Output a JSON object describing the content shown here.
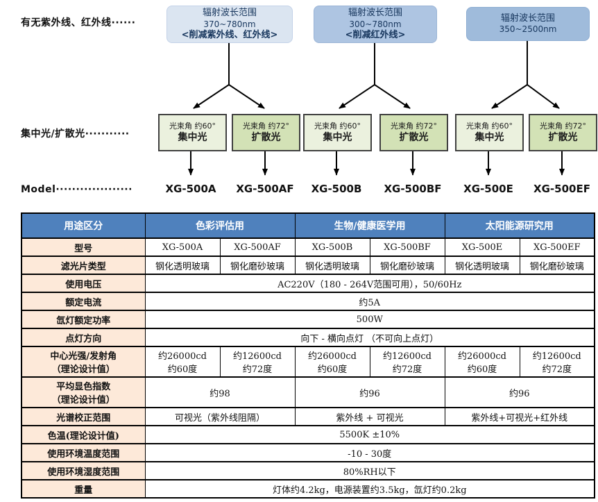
{
  "colors": {
    "header_blue": "#4F81BD",
    "label_peach": "#FDE9D9",
    "box_light_blue": "#DBE5F1",
    "box_mid_blue": "#AEC5E2",
    "box_deep_blue": "#9FBBDB",
    "green_light": "#EBF1DE",
    "green_dark": "#D3E2B6",
    "navy_text": "#17365D"
  },
  "diagram": {
    "row_labels": {
      "uv_ir": "有无紫外线、红外线······",
      "beam": "集中光/扩散光···········",
      "model": "Model···················"
    },
    "top_boxes": [
      {
        "line1": "辐射波长范围",
        "line2": "370~780nm",
        "line3": "<削减紫外线、红外线>"
      },
      {
        "line1": "辐射波长范围",
        "line2": "300~780nm",
        "line3": "<削减红外线>"
      },
      {
        "line1": "辐射波长范围",
        "line2": "350~2500nm",
        "line3": ""
      }
    ],
    "beam_boxes": [
      {
        "angle": "光束角 约60°",
        "type": "集中光"
      },
      {
        "angle": "光束角 约72°",
        "type": "扩散光"
      },
      {
        "angle": "光束角 约60°",
        "type": "集中光"
      },
      {
        "angle": "光束角 约72°",
        "type": "扩散光"
      },
      {
        "angle": "光束角 约60°",
        "type": "集中光"
      },
      {
        "angle": "光束角 约72°",
        "type": "扩散光"
      }
    ],
    "models": [
      "XG-500A",
      "XG-500AF",
      "XG-500B",
      "XG-500BF",
      "XG-500E",
      "XG-500EF"
    ]
  },
  "table": {
    "header": {
      "usage": "用途区分",
      "groups": [
        "色彩评估用",
        "生物/健康医学用",
        "太阳能源研究用"
      ]
    },
    "rows": [
      {
        "label": "型号",
        "cells": [
          "XG-500A",
          "XG-500AF",
          "XG-500B",
          "XG-500BF",
          "XG-500E",
          "XG-500EF"
        ]
      },
      {
        "label": "滤光片类型",
        "cells": [
          "钢化透明玻璃",
          "钢化磨砂玻璃",
          "钢化透明玻璃",
          "钢化磨砂玻璃",
          "钢化透明玻璃",
          "钢化磨砂玻璃"
        ]
      },
      {
        "label": "使用电压",
        "value": "AC220V（180 - 264V范围可用），50/60Hz"
      },
      {
        "label": "额定电流",
        "value": "约5A"
      },
      {
        "label": "氙灯额定功率",
        "value": "500W"
      },
      {
        "label": "点灯方向",
        "value": "向下 - 横向点灯 （不可向上点灯）"
      },
      {
        "label": "中心光强/发射角\n（理论设计值）",
        "cells": [
          "约26000cd\n约60度",
          "约12600cd\n约72度",
          "约26000cd\n约60度",
          "约12600cd\n约72度",
          "约26000cd\n约60度",
          "约12600cd\n约72度"
        ]
      },
      {
        "label": "平均显色指数\n（理论设计值）",
        "cells": [
          "约98",
          "约96",
          "约96"
        ]
      },
      {
        "label": "光谱校正范围",
        "cells": [
          "可视光（紫外线阻隔）",
          "紫外线 + 可视光",
          "紫外线+可视光+红外线"
        ]
      },
      {
        "label": "色温(理论设计值)",
        "value": "5500K ±10%"
      },
      {
        "label": "使用环境温度范围",
        "value": "-10 - 30度"
      },
      {
        "label": "使用环境湿度范围",
        "value": "80%RH以下"
      },
      {
        "label": "重量",
        "value": "灯体约4.2kg，电源装置约3.5kg，氙灯约0.2kg"
      }
    ]
  }
}
